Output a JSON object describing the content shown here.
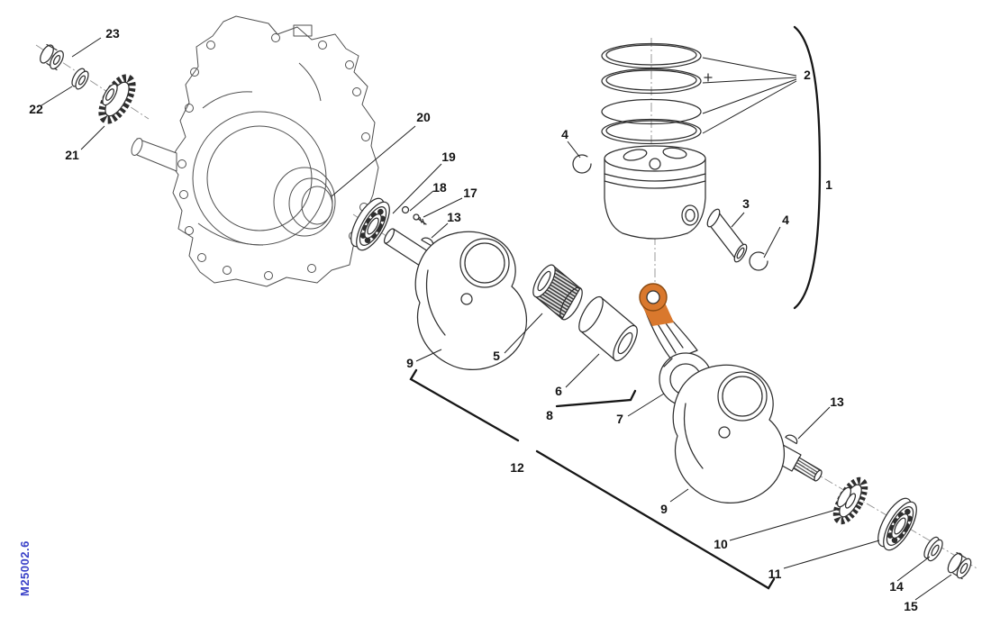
{
  "code": "M25002.6",
  "colors": {
    "accent": "#D9782D",
    "accent_stroke": "#8A4A12",
    "line": "#2E2E2E",
    "code": "#3A41C8"
  },
  "callouts": [
    {
      "text": "23"
    },
    {
      "text": "22"
    },
    {
      "text": "21"
    },
    {
      "text": "20"
    },
    {
      "text": "19"
    },
    {
      "text": "18"
    },
    {
      "text": "17"
    },
    {
      "text": "13"
    },
    {
      "text": "9"
    },
    {
      "text": "5"
    },
    {
      "text": "6"
    },
    {
      "text": "8"
    },
    {
      "text": "7"
    },
    {
      "text": "12"
    },
    {
      "text": "4"
    },
    {
      "text": "2"
    },
    {
      "text": "1"
    },
    {
      "text": "3"
    },
    {
      "text": "4"
    },
    {
      "text": "13"
    },
    {
      "text": "9"
    },
    {
      "text": "10"
    },
    {
      "text": "11"
    },
    {
      "text": "14"
    },
    {
      "text": "15"
    }
  ]
}
